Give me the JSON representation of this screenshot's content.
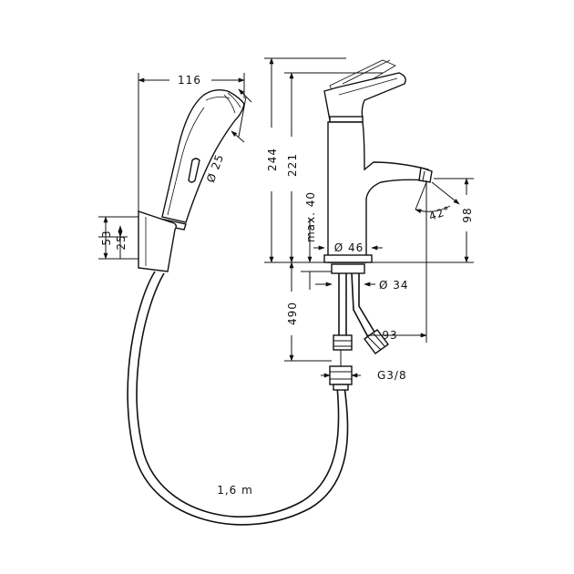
{
  "dimensions": {
    "spray_width": "116",
    "spray_head_diameter": "Ø 25",
    "holder_height_total": "53",
    "holder_height_inner": "25",
    "faucet_total_height": "244",
    "faucet_body_height": "221",
    "spout_height": "98",
    "spout_angle": "42°",
    "max_thickness": "max. 40",
    "base_diameter": "Ø 46",
    "hole_diameter": "Ø 34",
    "hose_length_below": "490",
    "connection_offset": "93",
    "thread": "G3/8",
    "hose_length": "1,6 m"
  },
  "colors": {
    "line": "#111111",
    "background": "#ffffff"
  }
}
